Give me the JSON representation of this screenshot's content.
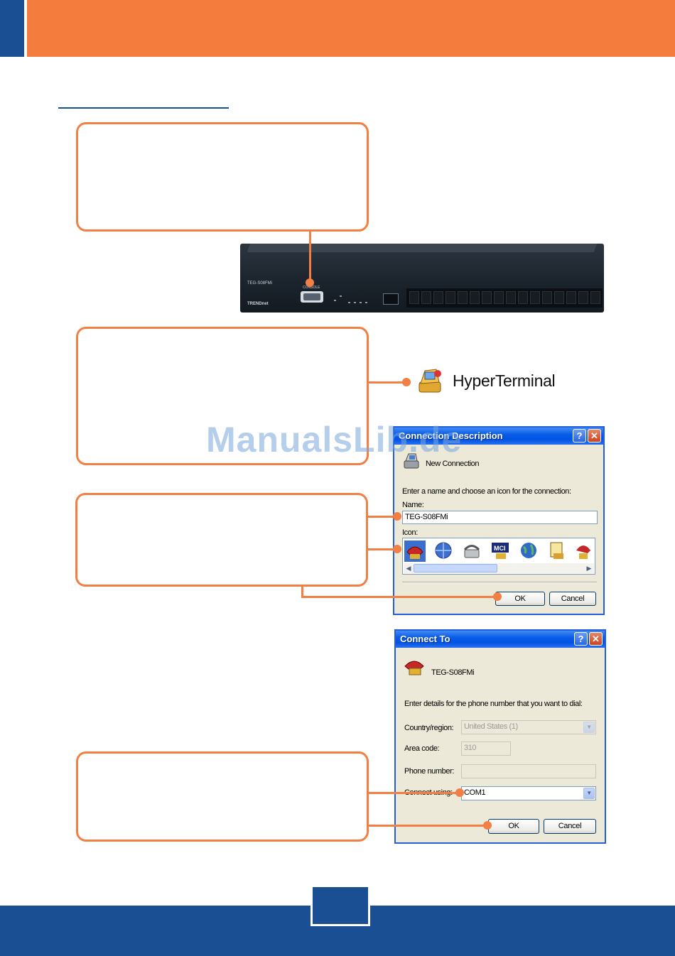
{
  "switch_panel": {
    "model_text": "TEG-S08FMi",
    "brand": "TRENDnet",
    "console_label": "CONSOLE"
  },
  "hyperterminal": {
    "label": "HyperTerminal"
  },
  "connection_description": {
    "title": "Connection Description",
    "new_connection": "New Connection",
    "instruction": "Enter a name and choose an icon for the connection:",
    "name_label": "Name:",
    "name_value": "TEG-S08FMi",
    "icon_label": "Icon:",
    "ok_label": "OK",
    "cancel_label": "Cancel"
  },
  "connect_to": {
    "title": "Connect To",
    "connection_name": "TEG-S08FMi",
    "instruction": "Enter details for the phone number that you want to dial:",
    "country_label": "Country/region:",
    "country_value": "United States (1)",
    "area_label": "Area code:",
    "area_value": "310",
    "phone_label": "Phone number:",
    "phone_value": "",
    "connect_label": "Connect using:",
    "connect_value": "COM1",
    "ok_label": "OK",
    "cancel_label": "Cancel"
  },
  "watermark": "ManualsLib.de",
  "colors": {
    "brand_orange": "#f47c3c",
    "brand_blue": "#1a4f93",
    "callout_orange": "#f27f43"
  }
}
